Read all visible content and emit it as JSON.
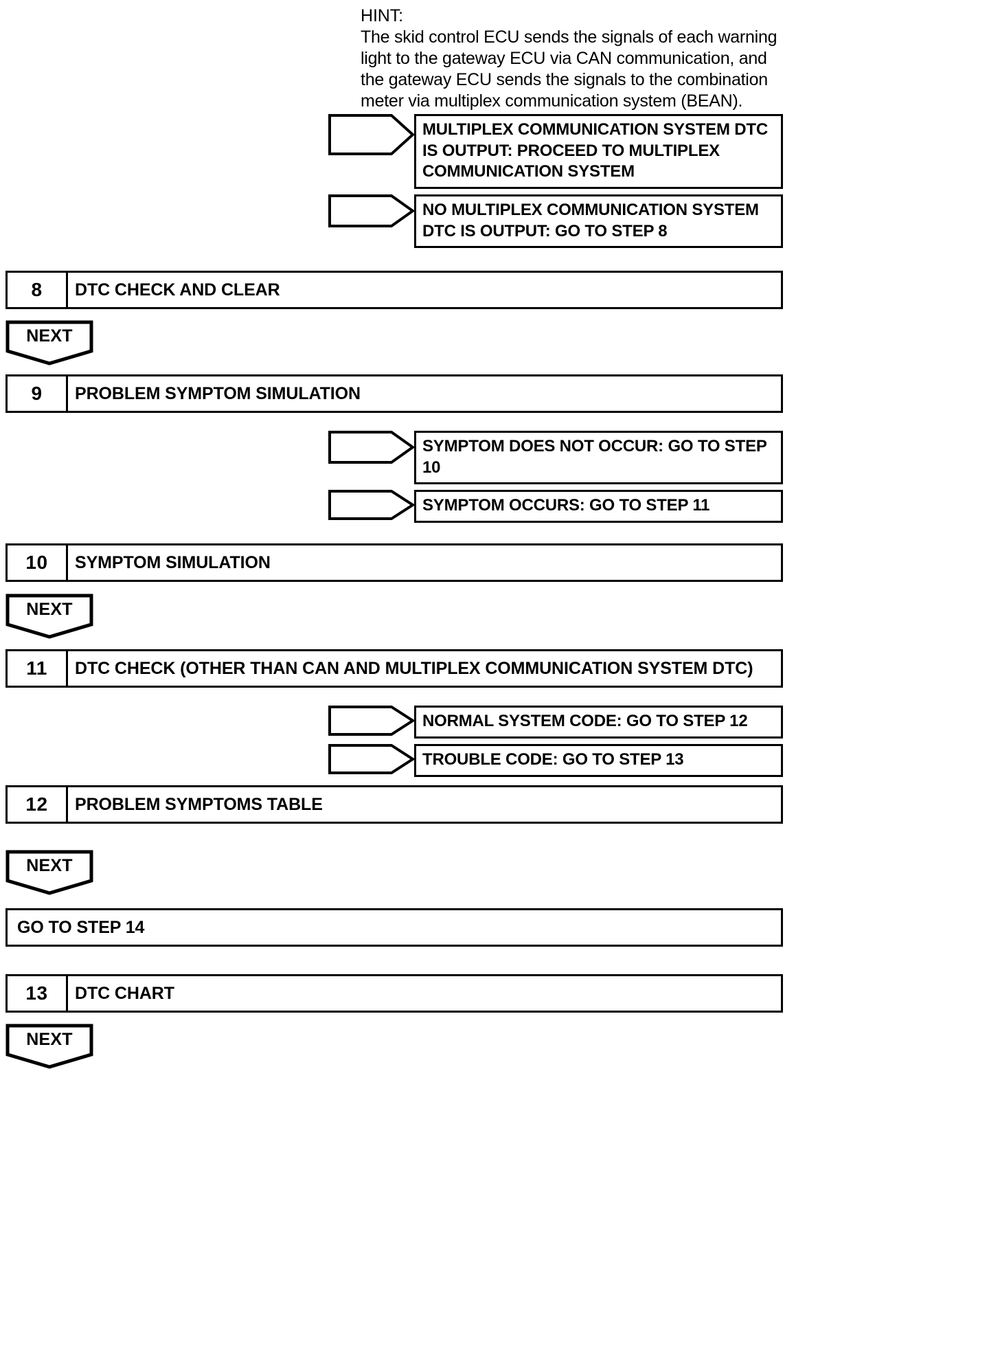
{
  "hint": {
    "label": "HINT:",
    "text": "The skid control ECU sends the signals of each warning light to the gateway ECU via CAN communication, and the gateway ECU sends the signals to the combination meter via multiplex communication system (BEAN)."
  },
  "connector_label": "NEXT",
  "callouts": [
    {
      "id": "multiplex-dtc-output",
      "lines": [
        "MULTIPLEX COMMUNICATION SYSTEM DTC",
        "IS OUTPUT: PROCEED TO MULTIPLEX",
        "COMMUNICATION SYSTEM"
      ]
    },
    {
      "id": "no-multiplex-dtc-output",
      "lines": [
        "NO MULTIPLEX COMMUNICATION SYSTEM",
        "DTC IS OUTPUT: GO TO STEP 8"
      ]
    },
    {
      "id": "symptom-does-not-occur",
      "lines": [
        "SYMPTOM DOES NOT OCCUR: GO TO STEP",
        "10"
      ]
    },
    {
      "id": "symptom-occurs",
      "lines": [
        "SYMPTOM OCCURS: GO TO STEP 11"
      ]
    },
    {
      "id": "normal-system-code",
      "lines": [
        "NORMAL SYSTEM CODE: GO TO STEP 12"
      ]
    },
    {
      "id": "trouble-code",
      "lines": [
        "TROUBLE CODE: GO TO STEP 13"
      ]
    }
  ],
  "steps": [
    {
      "number": "8",
      "title": "DTC CHECK AND CLEAR"
    },
    {
      "number": "9",
      "title": "PROBLEM SYMPTOM SIMULATION"
    },
    {
      "number": "10",
      "title": "SYMPTOM SIMULATION"
    },
    {
      "number": "11",
      "title": "DTC CHECK (OTHER THAN CAN AND MULTIPLEX COMMUNICATION SYSTEM DTC)"
    },
    {
      "number": "12",
      "title": "PROBLEM SYMPTOMS TABLE"
    },
    {
      "number": "13",
      "title": "DTC CHART"
    }
  ],
  "plain_rows": [
    {
      "id": "go-to-step-14",
      "text": "GO TO STEP 14"
    }
  ]
}
